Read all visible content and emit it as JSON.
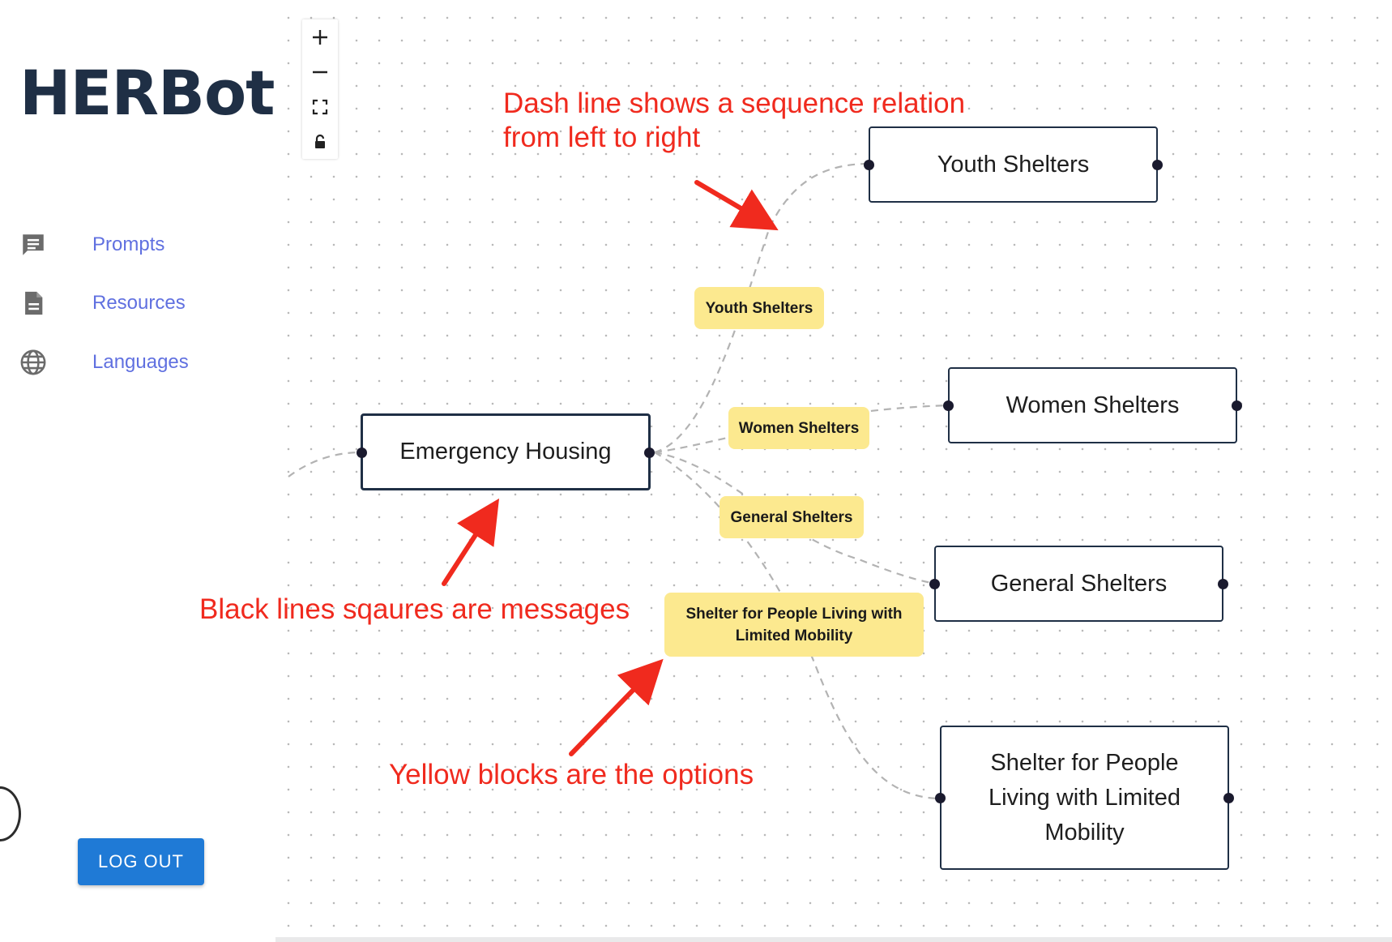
{
  "app": {
    "title": "HERBot"
  },
  "sidebar": {
    "items": [
      {
        "label": "Prompts",
        "icon": "chat-icon"
      },
      {
        "label": "Resources",
        "icon": "document-icon"
      },
      {
        "label": "Languages",
        "icon": "globe-icon"
      }
    ],
    "logout_label": "LOG OUT"
  },
  "controls": [
    "zoom-in-icon",
    "zoom-out-icon",
    "fit-view-icon",
    "lock-icon"
  ],
  "flow": {
    "messages": {
      "emergency": "Emergency Housing",
      "youth": "Youth Shelters",
      "women": "Women Shelters",
      "general": "General Shelters",
      "mobility": "Shelter for People Living with Limited Mobility"
    },
    "options": {
      "youth": "Youth Shelters",
      "women": "Women Shelters",
      "general": "General Shelters",
      "mobility": "Shelter for People Living with Limited Mobility"
    }
  },
  "annotations": {
    "dash_line": "Dash line shows a sequence relation",
    "dash_line_2": "from left to right",
    "black_lines": "Black lines sqaures are messages",
    "yellow_blocks": "Yellow blocks are the options"
  },
  "colors": {
    "annotation": "#f02a1e",
    "option_bg": "#fce98f",
    "nav_link": "#6070e0",
    "logout_bg": "#1f7ad6",
    "logo": "#1f2f45"
  }
}
